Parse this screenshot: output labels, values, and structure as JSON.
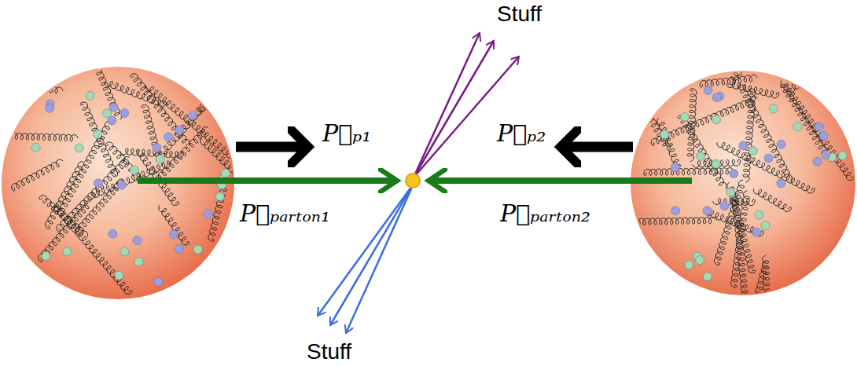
{
  "diagram": {
    "labels": [
      "Stuff",
      "P⃗ₚ₁",
      "P⃗ₚ₂",
      "P⃗ₚₐᵣₜₒₙ₁",
      "P⃗ₚₐᵣₜₒₙ₂",
      "Stuff"
    ]
  }
}
